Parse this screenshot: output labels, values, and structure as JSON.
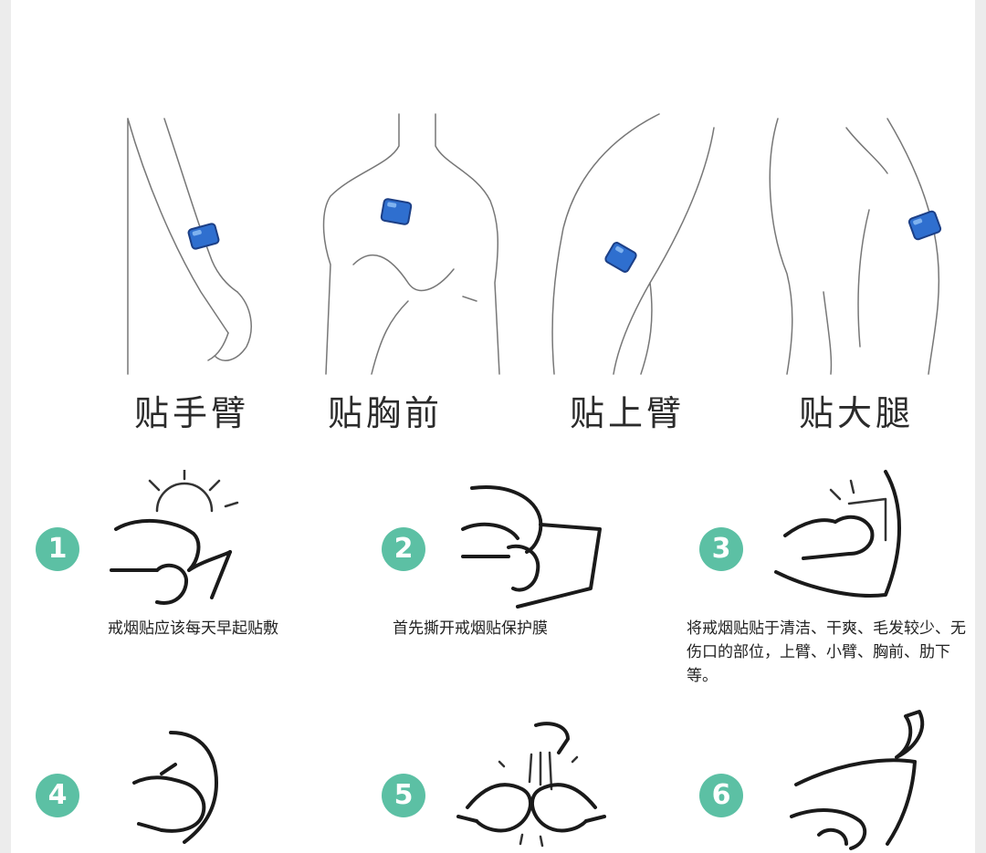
{
  "placements": [
    {
      "label": "贴手臂"
    },
    {
      "label": "贴胸前"
    },
    {
      "label": "贴上臂"
    },
    {
      "label": "贴大腿"
    }
  ],
  "steps": [
    {
      "number": "1",
      "text": "戒烟贴应该每天早起贴敷"
    },
    {
      "number": "2",
      "text": "首先撕开戒烟贴保护膜"
    },
    {
      "number": "3",
      "text": "将戒烟贴贴于清洁、干爽、毛发较少、无伤口的部位，上臂、小臂、胸前、肋下等。"
    },
    {
      "number": "4",
      "text": ""
    },
    {
      "number": "5",
      "text": ""
    },
    {
      "number": "6",
      "text": ""
    }
  ],
  "colors": {
    "step_badge": "#5cc0a4",
    "patch": "#2f6fcf",
    "background": "#ffffff"
  }
}
